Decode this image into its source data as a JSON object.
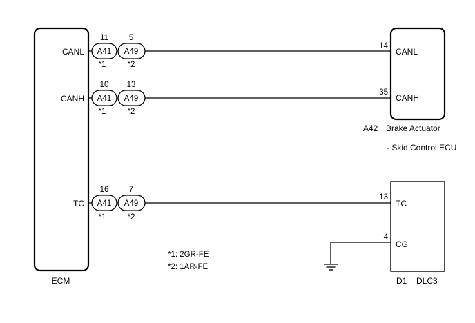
{
  "ecm": {
    "name": "ECM",
    "terminals": [
      "CANL",
      "CANH",
      "TC"
    ]
  },
  "connectors": {
    "a41": "A41",
    "a49": "A49",
    "note1": "*1",
    "note2": "*2"
  },
  "pins": {
    "canl": {
      "a41": "11",
      "a49": "5",
      "far": "14"
    },
    "canh": {
      "a41": "10",
      "a49": "13",
      "far": "35"
    },
    "tc": {
      "a41": "16",
      "a49": "7",
      "far": "13"
    },
    "cg": {
      "far": "4"
    }
  },
  "brake_actuator": {
    "terminals": [
      "CANL",
      "CANH"
    ],
    "code": "A42",
    "name": "Brake Actuator",
    "subtitle": "- Skid Control ECU"
  },
  "dlc3": {
    "terminals": [
      "TC",
      "CG"
    ],
    "code": "D1",
    "name": "DLC3"
  },
  "legend": {
    "note1": "*1: 2GR-FE",
    "note2": "*2: 1AR-FE"
  }
}
